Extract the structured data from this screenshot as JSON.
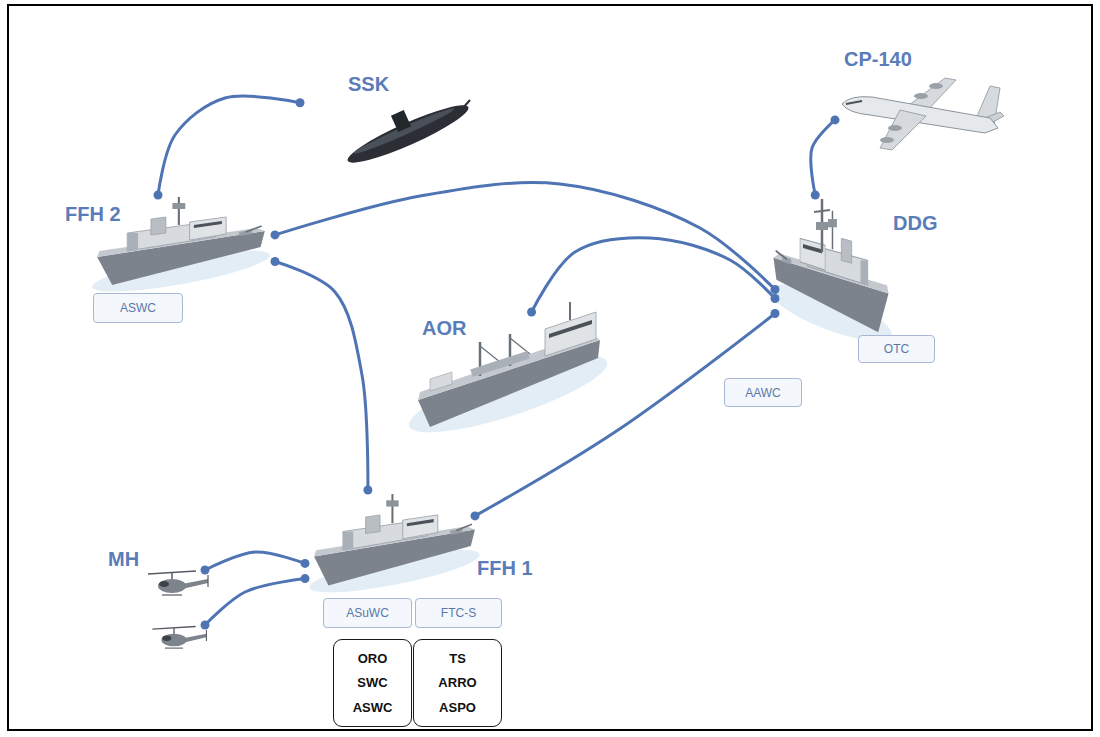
{
  "diagram": {
    "nodes": [
      {
        "text": [
          "SSK"
        ]
      },
      {
        "text": [
          "CP-140"
        ]
      },
      {
        "text": [
          "FFH 2"
        ]
      },
      {
        "text": [
          "ASWC"
        ],
        "in": 2
      },
      {
        "text": [
          "DDG"
        ]
      },
      {
        "text": [
          "OTC"
        ],
        "in": 4
      },
      {
        "text": [
          "AAWC"
        ],
        "in": 4
      },
      {
        "text": [
          "AOR"
        ]
      },
      {
        "text": [
          "MH"
        ]
      },
      {
        "text": [
          "FFH 1"
        ]
      },
      {
        "text": [
          "ASuWC"
        ],
        "in": 9
      },
      {
        "text": [
          "FTC-S"
        ],
        "in": 9
      },
      {
        "text": [
          "ORO",
          "SWC",
          "ASWC"
        ],
        "in": 9
      },
      {
        "text": [
          "TS",
          "ARRO",
          "ASPO"
        ],
        "in": 9
      }
    ],
    "edges": [
      {
        "from": 2,
        "to": 0,
        "arrow": "none"
      },
      {
        "from": 2,
        "to": 4,
        "arrow": "none"
      },
      {
        "from": 2,
        "to": 9,
        "arrow": "none"
      },
      {
        "from": 7,
        "to": 4,
        "arrow": "none"
      },
      {
        "from": 9,
        "to": 4,
        "arrow": "none"
      },
      {
        "from": 4,
        "to": 1,
        "arrow": "none"
      },
      {
        "from": 8,
        "to": 9,
        "arrow": "none"
      },
      {
        "from": 8,
        "to": 9,
        "arrow": "none"
      }
    ]
  }
}
